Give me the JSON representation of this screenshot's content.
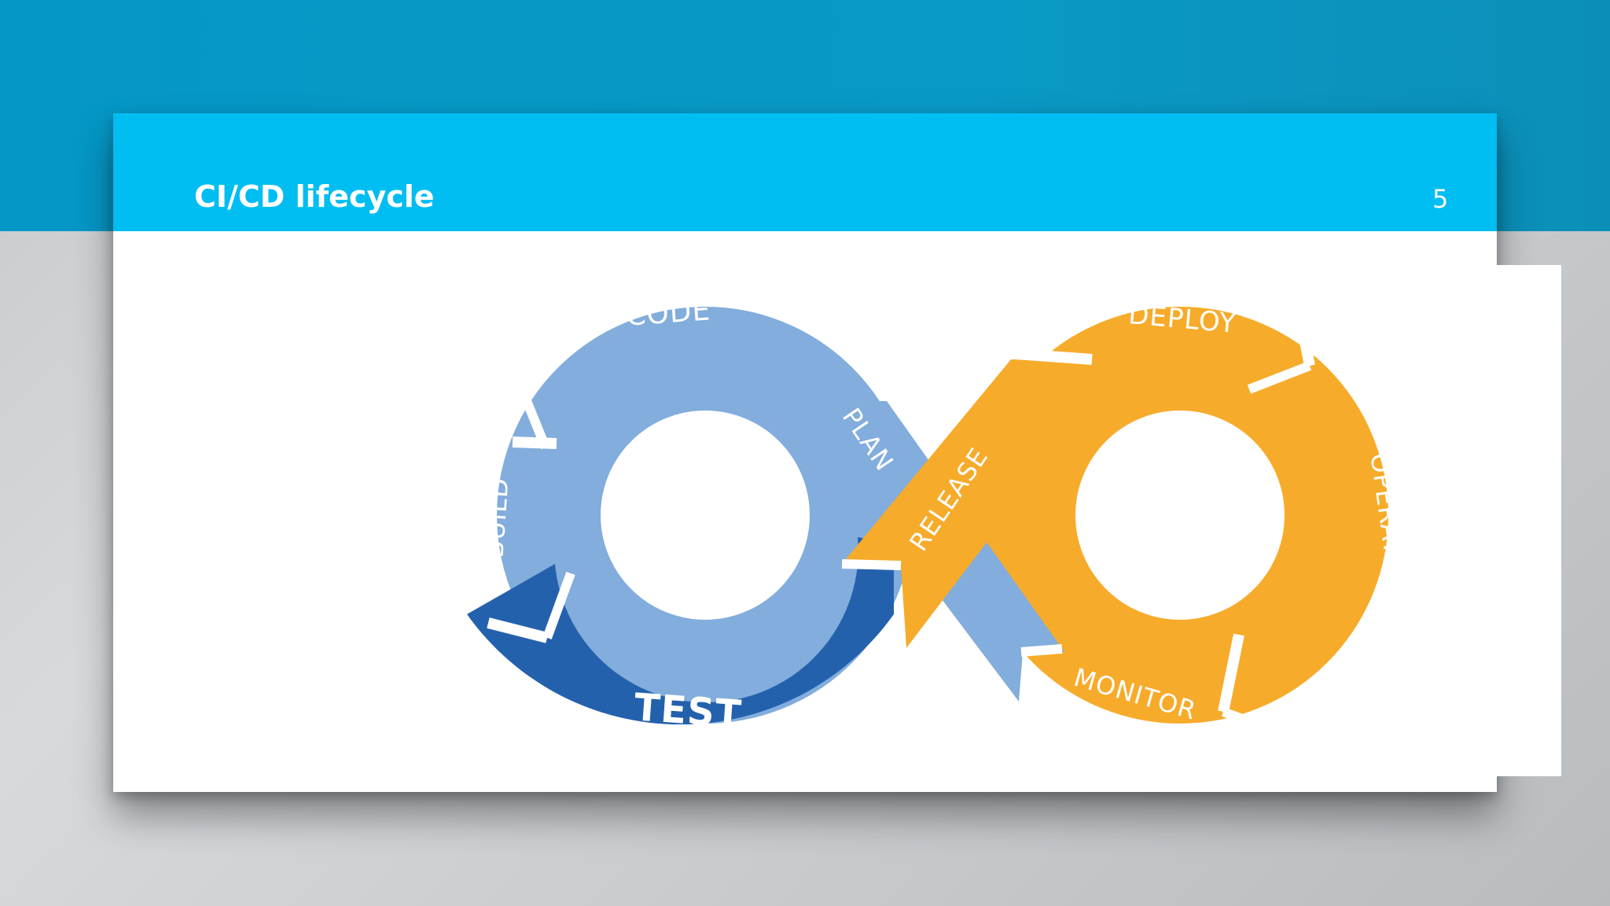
{
  "slide": {
    "title": "CI/CD lifecycle",
    "page_number": "5"
  },
  "diagram": {
    "stages": {
      "code": "CODE",
      "plan": "PLAN",
      "build": "BUILD",
      "test": "TEST",
      "release": "RELEASE",
      "deploy": "DEPLOY",
      "operate": "OPERATE",
      "monitor": "MONITOR"
    },
    "colors": {
      "light_blue": "#82addc",
      "dark_blue": "#2461ad",
      "orange": "#f7ab2a",
      "header": "#00bdf2",
      "band": "#0597c6"
    }
  }
}
